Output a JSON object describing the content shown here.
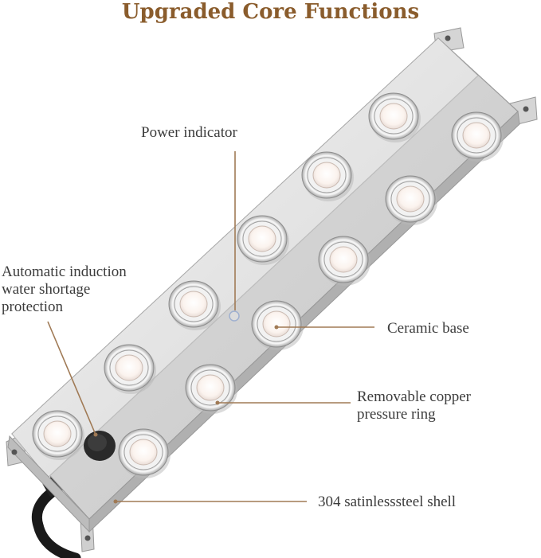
{
  "title": "Upgraded Core Functions",
  "callouts": {
    "power_indicator": "Power indicator",
    "water_protection": [
      "Automatic induction",
      "water shortage",
      "protection"
    ],
    "ceramic_base": "Ceramic base",
    "copper_ring": [
      "Removable copper",
      "pressure ring"
    ],
    "shell": "304 satinlesssteel shell"
  },
  "colors": {
    "title": "#8a5c2c",
    "leader_line": "#a07a55",
    "label_text": "#3c3c3c",
    "steel_light": "#e6e6e6",
    "steel_dark": "#c9c9c9"
  },
  "icons": {
    "nozzle": "ceramic-nozzle-icon",
    "sensor": "water-sensor-knob-icon",
    "cable": "power-cable-icon"
  }
}
